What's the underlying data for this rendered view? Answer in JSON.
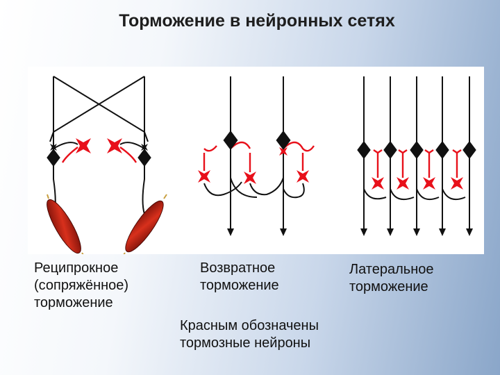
{
  "title": "Торможение в нейронных сетях",
  "captions": {
    "reciprocal": [
      "Реципрокное",
      "(сопряжённое)",
      "торможение"
    ],
    "recurrent": [
      "Возвратное",
      "торможение"
    ],
    "lateral": [
      "Латеральное",
      "торможение"
    ],
    "legend": [
      "Красным обозначены",
      "тормозные нейроны"
    ]
  },
  "colors": {
    "inhibitory": "#e8101a",
    "excitatory": "#111111",
    "muscle": "#b01810",
    "background_panel": "#ffffff"
  }
}
